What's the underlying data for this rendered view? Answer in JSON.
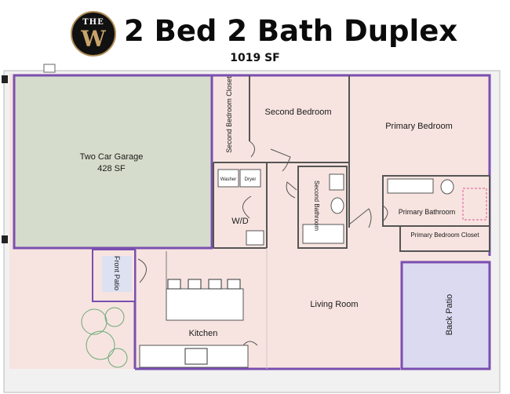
{
  "header": {
    "logo_text_top": "THE",
    "logo_text_main": "W",
    "title": "2 Bed 2 Bath Duplex",
    "area": "1019 SF"
  },
  "rooms": {
    "garage": "Two Car Garage",
    "garage_area": "428 SF",
    "second_bedroom_closet": "Second Bedroom Closet",
    "second_bedroom": "Second Bedroom",
    "primary_bedroom": "Primary Bedroom",
    "washer": "Washer",
    "dryer": "Dryer",
    "wd": "W/D",
    "second_bathroom": "Second Bathroom",
    "primary_bathroom": "Primary Bathroom",
    "primary_bedroom_closet": "Primary Bedroom Closet",
    "front_patio": "Front Patio",
    "kitchen": "Kitchen",
    "living_room": "Living Room",
    "back_patio": "Back Patio"
  },
  "colors": {
    "interior": "#f7e4e0",
    "garage": "#d6dccb",
    "back_patio": "#dcdaf1",
    "front_patio": "#dde1f2",
    "wall": "#7a4fb0",
    "pink_accent": "#e0599a"
  }
}
